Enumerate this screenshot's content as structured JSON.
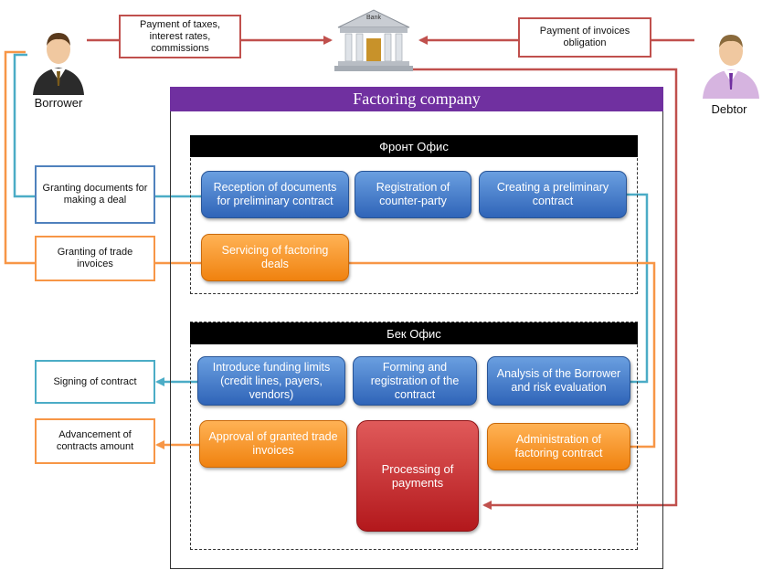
{
  "actors": {
    "borrower": "Borrower",
    "debtor": "Debtor",
    "bank_sign": "Bank"
  },
  "notes": {
    "taxes": "Payment of taxes, interest rates, commissions",
    "invoices_obligation": "Payment  of invoices obligation",
    "granting_documents": "Granting documents for making a deal",
    "granting_trade_invoices": "Granting of trade invoices",
    "signing_contract": "Signing of contract",
    "advancement": "Advancement of contracts amount"
  },
  "company": {
    "title": "Factoring company",
    "front_office": {
      "title": "Фронт Офис",
      "reception": "Reception of documents for preliminary contract",
      "registration": "Registration of counter-party",
      "creating": "Creating a preliminary contract",
      "servicing": "Servicing of factoring deals"
    },
    "back_office": {
      "title": "Бек Офис",
      "funding_limits": "Introduce funding limits (credit lines,  payers, vendors)",
      "forming": "Forming and registration of the contract",
      "analysis": "Analysis of the Borrower and risk evaluation",
      "approval": "Approval of granted trade invoices",
      "processing": "Processing of payments",
      "administration": "Administration of factoring contract"
    }
  },
  "colors": {
    "red_line": "#c0504d",
    "blue_line": "#4f81bd",
    "teal_line": "#4bacc6",
    "orange_line": "#f79646",
    "company_header": "#7030a0"
  }
}
